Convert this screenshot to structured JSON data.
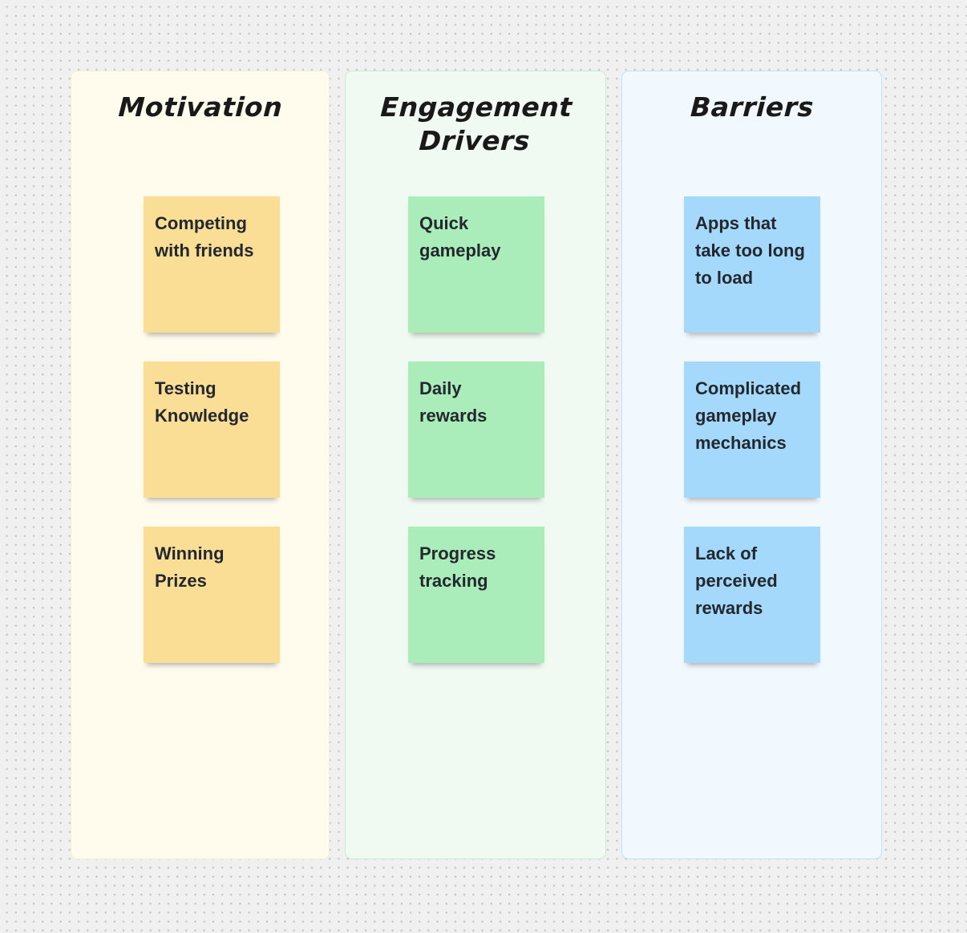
{
  "canvas": {
    "background_color": "#F0F0F1",
    "dot_color": "#C4C4C6"
  },
  "board": {
    "columns": [
      {
        "title": "Motivation",
        "panel_color": "#FFFCEE",
        "panel_border_color": "#F6EFD3",
        "note_color": "#FBDE96",
        "notes": [
          "Competing with friends",
          "Testing Knowledge",
          "Winning Prizes"
        ]
      },
      {
        "title": "Engagement Drivers",
        "panel_color": "#F0FAF2",
        "panel_border_color": "#C9EBD4",
        "note_color": "#ABEDBA",
        "notes": [
          "Quick gameplay",
          "Daily rewards",
          "Progress tracking"
        ]
      },
      {
        "title": "Barriers",
        "panel_color": "#F2F9FE",
        "panel_border_color": "#C3E0F5",
        "note_color": "#A4D9FC",
        "notes": [
          "Apps that take too long to load",
          "Complicated gameplay mechanics",
          "Lack of perceived rewards"
        ]
      }
    ]
  }
}
